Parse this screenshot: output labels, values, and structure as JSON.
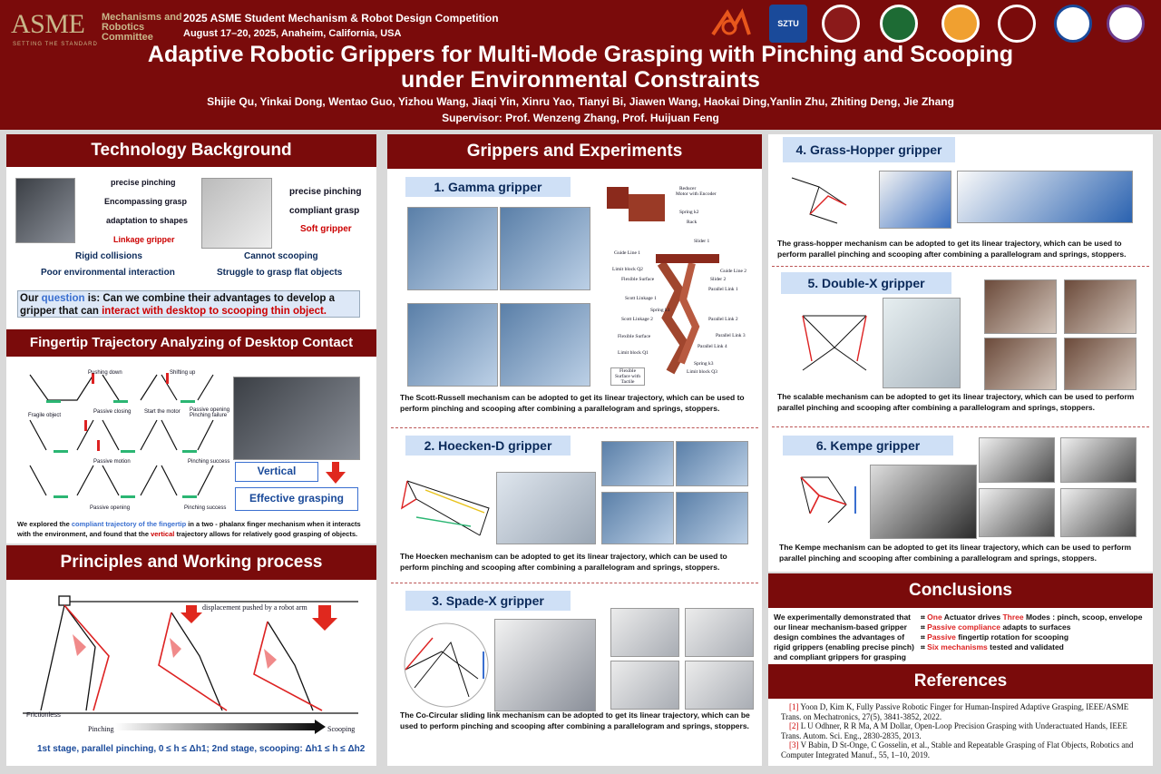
{
  "header": {
    "asme": "ASME",
    "asme_tagline": "SETTING THE STANDARD",
    "committee": "Mechanisms and Robotics Committee",
    "conference": "2025 ASME Student Mechanism & Robot Design Competition",
    "dates": "August 17–20, 2025, Anaheim, California, USA",
    "title_line1": "Adaptive Robotic Grippers for Multi-Mode Grasping with Pinching and Scooping",
    "title_line2": "under Environmental Constraints",
    "authors": "Shijie Qu, Yinkai Dong, Wentao Guo, Yizhou Wang, Jiaqi Yin, Xinru Yao, Tianyi Bi, Jiawen Wang, Haokai Ding,Yanlin Zhu, Zhiting Deng, Jie Zhang",
    "supervisor": "Supervisor: Prof. Wenzeng Zhang, Prof. Huijuan Feng",
    "logos": [
      "SZTU"
    ]
  },
  "tech": {
    "title": "Technology Background",
    "left_features": [
      "precise pinching",
      "Encompassing grasp",
      "adaptation to shapes"
    ],
    "left_name": "Linkage gripper",
    "right_features": [
      "precise pinching",
      "compliant grasp"
    ],
    "right_name": "Soft gripper",
    "left_cons": [
      "Rigid collisions",
      "Poor environmental interaction"
    ],
    "right_cons": [
      "Cannot scooping",
      "Struggle to grasp flat objects"
    ],
    "q_pre": "Our ",
    "q_word": "question",
    "q_mid": " is: Can we combine their advantages to develop a gripper that can ",
    "q_red": "interact with desktop to scooping thin object."
  },
  "fingertip": {
    "title": "Fingertip Trajectory Analyzing of Desktop Contact",
    "labels": [
      "Pushing down",
      "Shifting up",
      "Fragile object",
      "Passive closing",
      "Start the motor",
      "Passive opening Pinching failure",
      "Passive motion",
      "Pinching success",
      "Passive opening",
      "Pinching success"
    ],
    "vertical": "Vertical",
    "effective": "Effective grasping",
    "cap_a": "We explored the ",
    "cap_b": "compliant trajectory of the fingertip",
    "cap_c": " in a two - phalanx finger mechanism when it interacts with the environment, and found that the ",
    "cap_d": "vertical",
    "cap_e": " trajectory allows for relatively good grasping of objects."
  },
  "principles": {
    "title": "Principles and Working process",
    "arm_label": "displacement pushed by a robot arm",
    "frictionless": "Frictionless",
    "pinching": "Pinching",
    "scooping": "Scooping",
    "stage": "1st stage, parallel pinching, 0 ≤ h ≤ Δh1; 2nd stage, scooping: Δh1 ≤ h ≤ Δh2"
  },
  "grippers": {
    "title": "Grippers and Experiments",
    "g1": "1. Gamma gripper",
    "g1_labels": [
      "Reducer",
      "Motor with Encoder",
      "Spring k2",
      "Rack",
      "Slider 1",
      "Guide Line 1",
      "Guide Line 2",
      "Limit block Q2",
      "Slider 2",
      "Flexible Surface",
      "Parallel Link 1",
      "Scott Linkage 1",
      "Spring k1",
      "Scott Linkage 2",
      "Parallel Link 2",
      "Flexible Surface",
      "Parallel Link 3",
      "Parallel Link 4",
      "Limit block Q1",
      "Spring k3",
      "Limit block Q3",
      "Flexible Surface with Tactile"
    ],
    "g1_cap": "The Scott-Russell mechanism can be adopted to get its linear trajectory, which can be used to perform pinching and scooping after combining a parallelogram and springs, stoppers.",
    "g2": "2. Hoecken-D gripper",
    "g2_cap": "The Hoecken mechanism can be adopted to get its linear trajectory, which can be used to perform pinching and scooping after combining a parallelogram and springs, stoppers.",
    "g3": "3. Spade-X gripper",
    "g3_cap": "The Co-Circular sliding link mechanism can be adopted to get its linear trajectory, which can be used to perform pinching and scooping after combining a parallelogram and springs, stoppers."
  },
  "right": {
    "g4": "4. Grass-Hopper gripper",
    "g4_cap": "The grass-hopper mechanism can be adopted to get its linear trajectory, which can be used to perform parallel pinching and scooping after combining a parallelogram and springs, stoppers.",
    "g5": "5. Double-X gripper",
    "g5_cap": "The scalable mechanism can be adopted to get its linear trajectory, which can be used to perform parallel pinching and scooping after combining a parallelogram and springs, stoppers.",
    "g6": "6. Kempe gripper",
    "g6_cap": "The Kempe mechanism can be adopted to get its linear trajectory, which can be used to perform parallel pinching and scooping after combining a parallelogram and springs, stoppers."
  },
  "conclusions": {
    "title": "Conclusions",
    "summary": "We experimentally demonstrated that our linear mechanism-based gripper design combines the advantages of rigid grippers (enabling precise pinch) and compliant grippers for grasping interactions.",
    "b1_red1": "One",
    "b1_mid": " Actuator drives ",
    "b1_red2": "Three",
    "b1_end": " Modes : pinch, scoop, envelope",
    "b2_red": "Passive compliance",
    "b2_end": " adapts to surfaces",
    "b3_red": "Passive",
    "b3_end": " fingertip rotation for scooping",
    "b4_red": "Six mechanisms",
    "b4_end": " tested and validated"
  },
  "references": {
    "title": "References",
    "r1_num": "[1]",
    "r1": " Yoon D, Kim K, Fully Passive Robotic Finger for Human-Inspired Adaptive Grasping, IEEE/ASME Trans. on Mechatronics, 27(5), 3841-3852, 2022.",
    "r2_num": "[2]",
    "r2": " L U Odhner, R R Ma, A M Dollar, Open-Loop Precision Grasping with Underactuated Hands, IEEE Trans. Autom. Sci. Eng., 2830-2835, 2013.",
    "r3_num": "[3]",
    "r3": " V Babin, D St-Onge, C Gosselin, et al., Stable and Repeatable Grasping of Flat Objects, Robotics and Computer Integrated Manuf., 55, 1–10, 2019."
  }
}
